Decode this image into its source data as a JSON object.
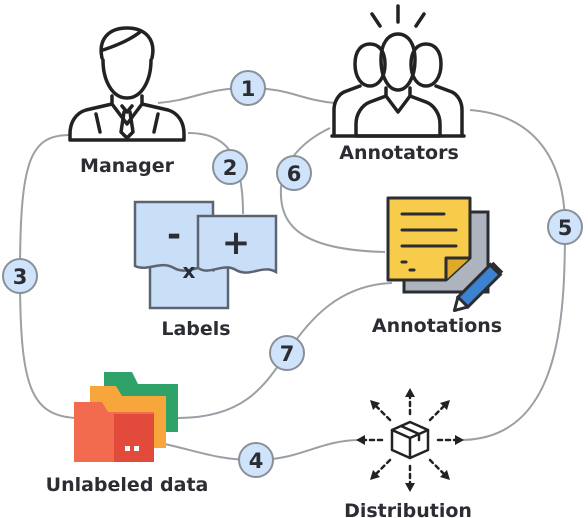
{
  "nodes": {
    "manager": "Manager",
    "annotators": "Annotators",
    "labels": "Labels",
    "annotations": "Annotations",
    "unlabeled_data": "Unlabeled data",
    "distribution": "Distribution"
  },
  "label_symbols": {
    "minus": "-",
    "plus": "+",
    "x": "x"
  },
  "steps": [
    "1",
    "2",
    "3",
    "4",
    "5",
    "6",
    "7"
  ],
  "colors": {
    "line": "#9aa0a6",
    "badge_fill": "#cfe3fb",
    "badge_stroke": "#8a9099",
    "text": "#2b2d33",
    "label_paper": "#c9dff7",
    "sticky_note": "#f7cc4a",
    "folder_red": "#f26b4f",
    "folder_orange": "#f7a63b",
    "folder_green": "#2fa26a"
  }
}
